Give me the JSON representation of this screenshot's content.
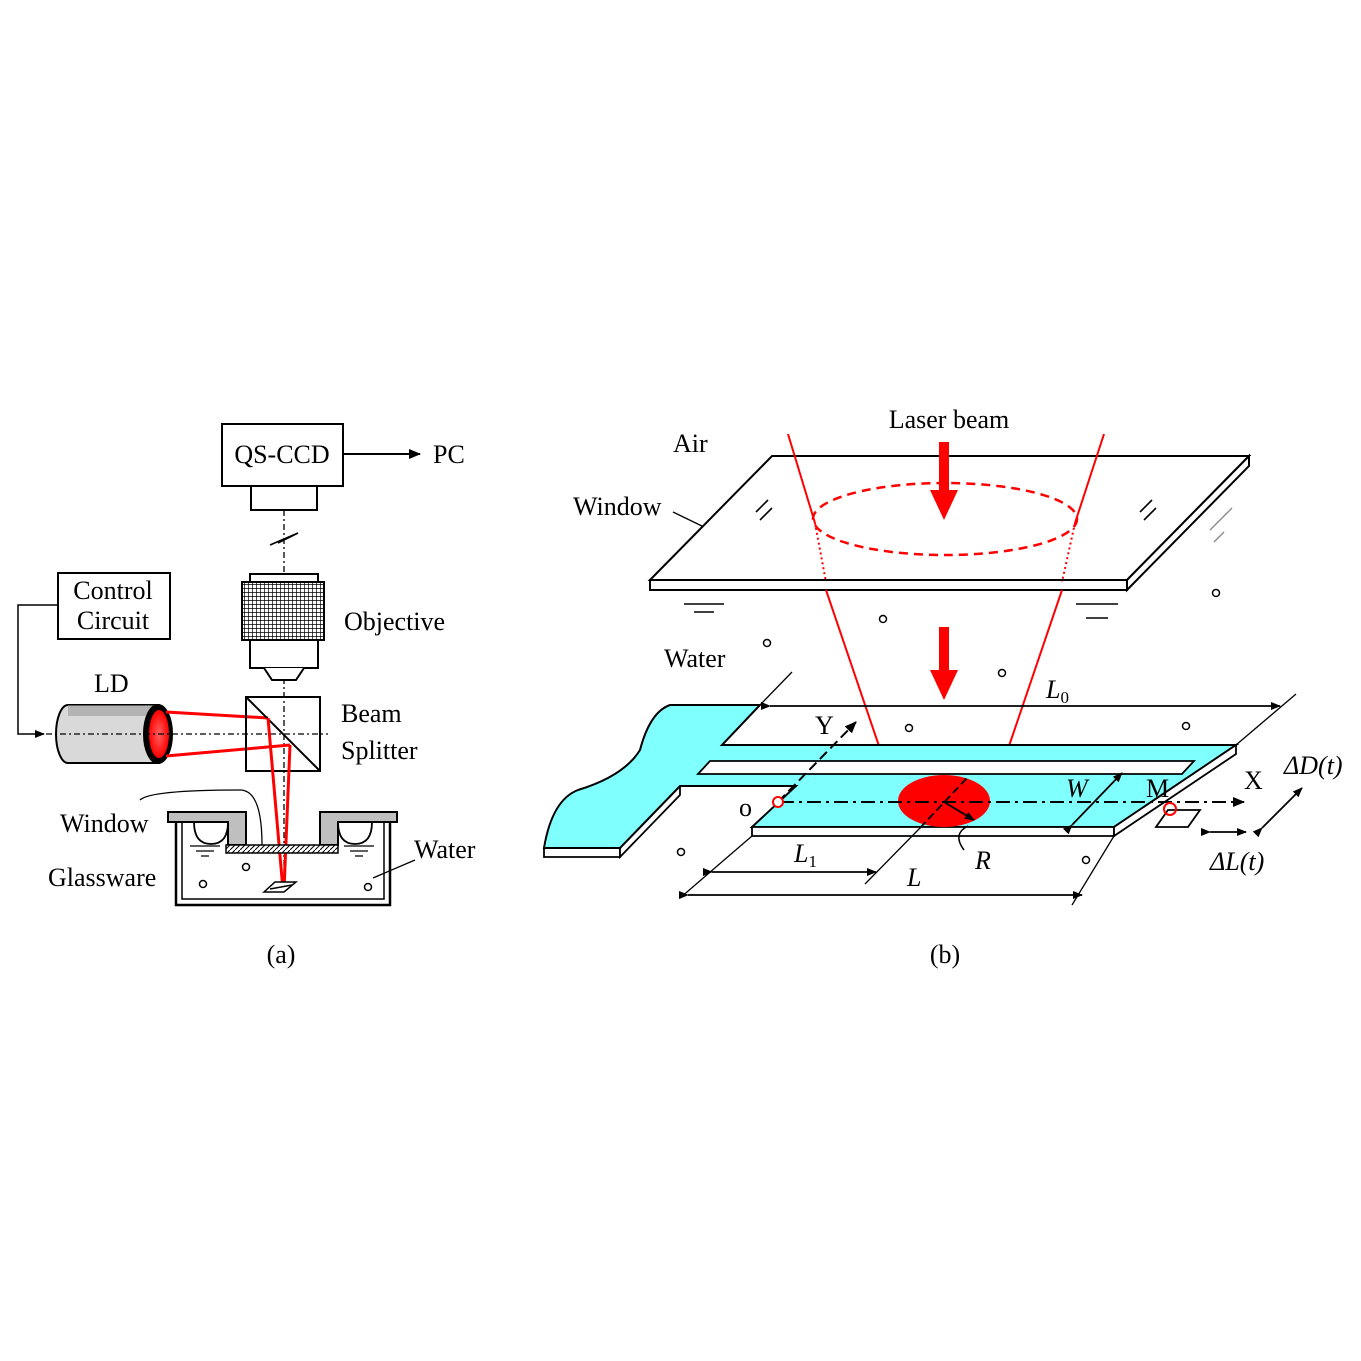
{
  "colors": {
    "laser": "#ff0000",
    "cantilever": "#80ffff",
    "ink": "#000000",
    "housing": "#bfbfbf"
  },
  "panel_a": {
    "caption": "(a)",
    "qs_ccd": "QS-CCD",
    "pc": "PC",
    "control_circuit_line1": "Control",
    "control_circuit_line2": "Circuit",
    "objective": "Objective",
    "ld": "LD",
    "beam_splitter_line1": "Beam",
    "beam_splitter_line2": "Splitter",
    "window": "Window",
    "glassware": "Glassware",
    "water": "Water"
  },
  "panel_b": {
    "caption": "(b)",
    "laser_beam": "Laser beam",
    "air": "Air",
    "window": "Window",
    "water": "Water",
    "y_axis": "Y",
    "x_axis": "X",
    "origin": "o",
    "point_m": "M",
    "l0_main": "L",
    "l0_sub": "0",
    "l1_main": "L",
    "l1_sub": "1",
    "l_label": "L",
    "w_label": "W",
    "r_label": "R",
    "delta_d": "ΔD(t)",
    "delta_l": "ΔL(t)"
  }
}
